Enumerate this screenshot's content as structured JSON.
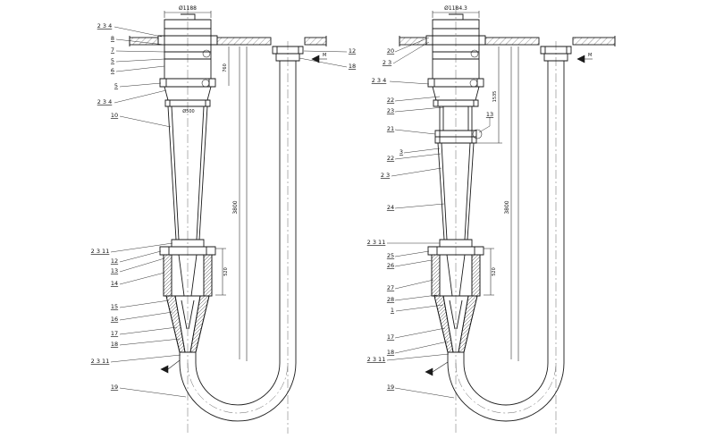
{
  "callouts": {
    "left": [
      "2 3 4",
      "8",
      "7",
      "5",
      "6",
      "5",
      "2 3 4",
      "10",
      "2 3 11",
      "12",
      "13",
      "14",
      "15",
      "16",
      "17",
      "18",
      "2 3 11",
      "19",
      "12",
      "18"
    ],
    "right": [
      "20",
      "2 3",
      "2 3 4",
      "22",
      "23",
      "21",
      "3",
      "22",
      "2 3",
      "24",
      "2 3 11",
      "25",
      "26",
      "27",
      "28",
      "1",
      "17",
      "18",
      "2 3 11",
      "13",
      "19"
    ]
  },
  "dimensions": {
    "left_top_diameter": "Ø1188",
    "right_top_diameter": "Ø1184.3",
    "left_overall_height": "3800",
    "right_overall_height": "3800",
    "left_upper_height": "760",
    "right_upper_height": "1535",
    "left_barrel_height": "520",
    "right_barrel_height": "520",
    "left_neck_diameter": "Ø500",
    "weld_symbol": "M"
  },
  "colors": {
    "line": "#1a1a1a",
    "background": "#ffffff"
  }
}
